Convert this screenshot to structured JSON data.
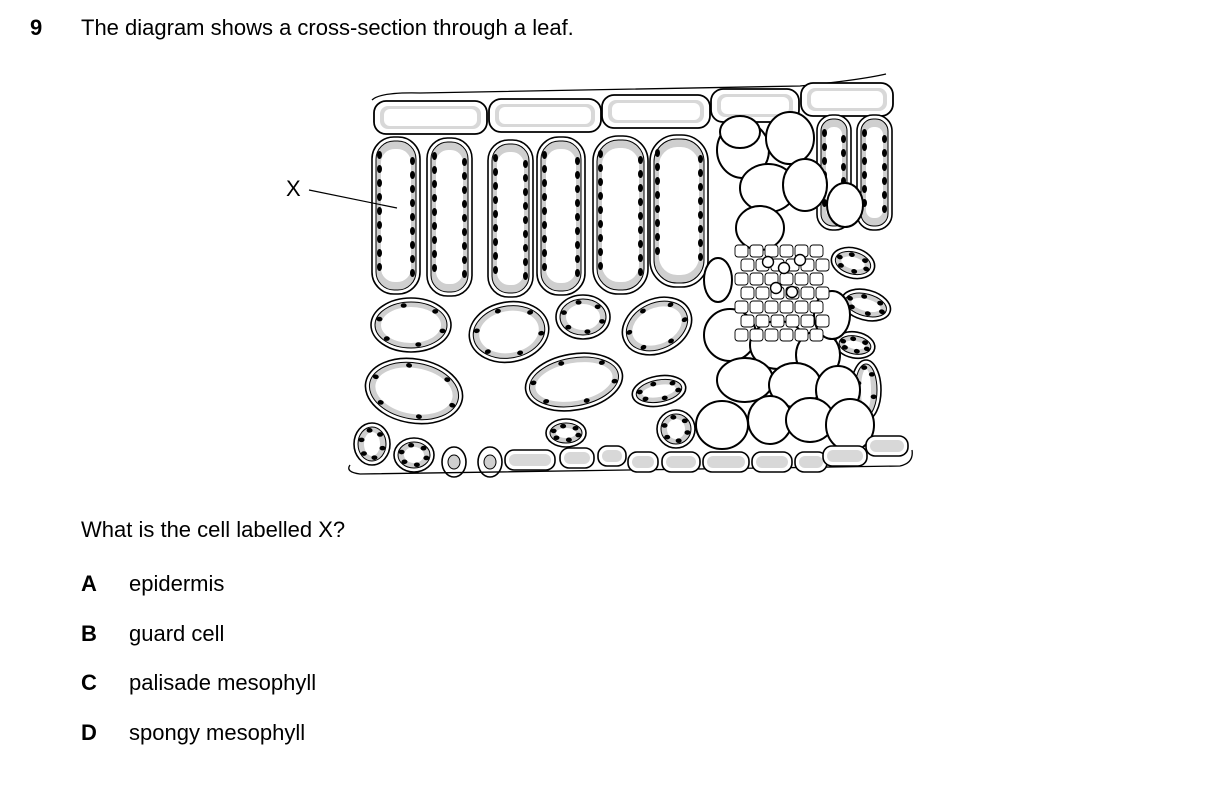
{
  "question": {
    "number": "9",
    "text": "The diagram shows a cross-section through a leaf.",
    "prompt": "What is the cell labelled X?"
  },
  "diagram": {
    "label": "X"
  },
  "options": [
    {
      "letter": "A",
      "text": "epidermis"
    },
    {
      "letter": "B",
      "text": "guard cell"
    },
    {
      "letter": "C",
      "text": "palisade mesophyll"
    },
    {
      "letter": "D",
      "text": "spongy mesophyll"
    }
  ]
}
